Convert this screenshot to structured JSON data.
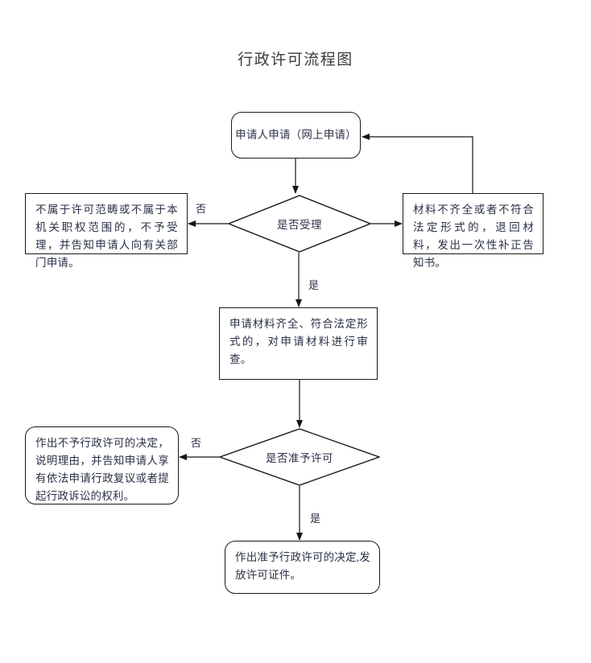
{
  "document": {
    "title": "行政许可流程图"
  },
  "flowchart": {
    "type": "flowchart",
    "orientation": "top-to-bottom",
    "nodes": [
      {
        "id": "apply",
        "shape": "rounded-rectangle",
        "lines": [
          "申请人申请",
          "（网上申请）"
        ],
        "text": "申请人申请（网上申请）"
      },
      {
        "id": "not-accept",
        "shape": "rectangle",
        "text": "不属于许可范畴或不属于本机关职权范围的，不予受理，并告知申请人向有关部门申请。"
      },
      {
        "id": "decision-accept",
        "shape": "diamond",
        "text": "是否受理"
      },
      {
        "id": "incomplete",
        "shape": "rectangle",
        "text": "材料不齐全或者不符合法定形式的，退回材料，发出一次性补正告知书。"
      },
      {
        "id": "review",
        "shape": "rectangle",
        "text": "申请材料齐全、符合法定形式的，对申请材料进行审查。"
      },
      {
        "id": "decision-permit",
        "shape": "diamond",
        "text": "是否准予许可"
      },
      {
        "id": "deny",
        "shape": "rounded-rectangle",
        "text": "作出不予行政许可的决定，说明理由，并告知申请人享有依法申请行政复议或者提起行政诉讼的权利。"
      },
      {
        "id": "grant",
        "shape": "rounded-rectangle",
        "text": "作出准予行政许可的决定,发放许可证件。"
      }
    ],
    "edge_labels": {
      "accept_no": "否",
      "accept_yes": "是",
      "permit_no": "否",
      "permit_yes": "是"
    },
    "edges": [
      {
        "from": "apply",
        "to": "decision-accept",
        "label": ""
      },
      {
        "from": "decision-accept",
        "to": "not-accept",
        "label": "否"
      },
      {
        "from": "decision-accept",
        "to": "incomplete",
        "label": ""
      },
      {
        "from": "incomplete",
        "to": "apply",
        "label": ""
      },
      {
        "from": "decision-accept",
        "to": "review",
        "label": "是"
      },
      {
        "from": "review",
        "to": "decision-permit",
        "label": ""
      },
      {
        "from": "decision-permit",
        "to": "deny",
        "label": "否"
      },
      {
        "from": "decision-permit",
        "to": "grant",
        "label": "是"
      }
    ]
  },
  "colors": {
    "background": "#ffffff",
    "stroke": "#1a1a1a",
    "text": "#2b3147",
    "title": "#3a3a3a"
  }
}
